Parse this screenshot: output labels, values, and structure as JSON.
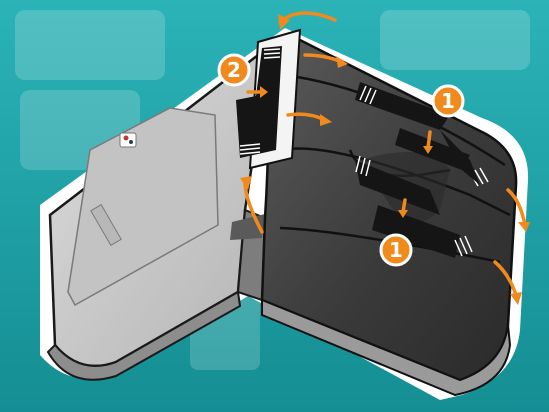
{
  "colors": {
    "background": "#1a9ea3",
    "background_light": "#4fc0c4",
    "accent_orange": "#f08a1c",
    "tape_black": "#151515",
    "grey_panel": "#c9c9c9",
    "dark_panel": "#3a3a3a"
  },
  "badges": {
    "step_one_top": "1",
    "step_two": "2",
    "step_one_bottom": "1"
  },
  "icons": {
    "arrow": "curved-arrow-icon",
    "tape": "velcro-strap-icon",
    "tag": "label-tag-icon"
  }
}
